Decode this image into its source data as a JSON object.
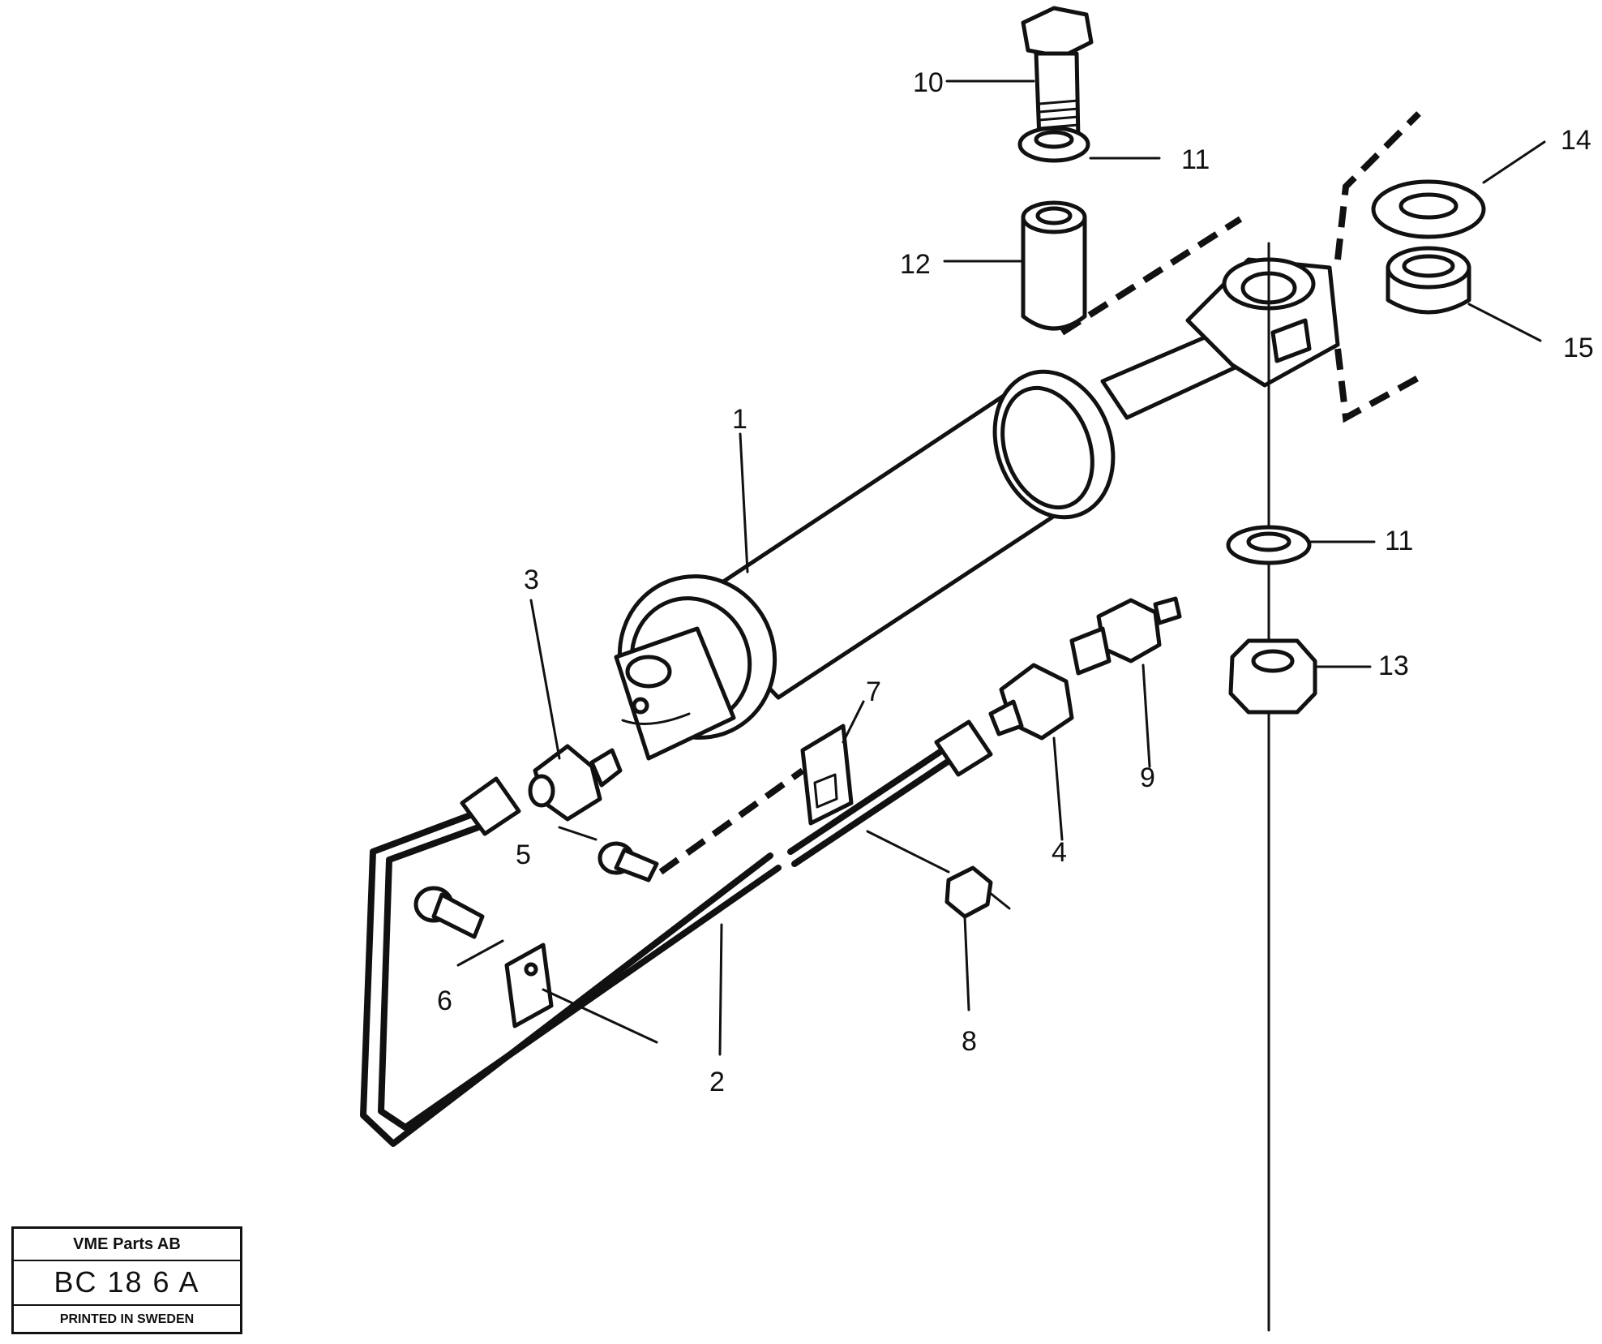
{
  "callouts": [
    {
      "id": "p1",
      "label": "1"
    },
    {
      "id": "p2",
      "label": "2"
    },
    {
      "id": "p3",
      "label": "3"
    },
    {
      "id": "p4",
      "label": "4"
    },
    {
      "id": "p5",
      "label": "5"
    },
    {
      "id": "p6",
      "label": "6"
    },
    {
      "id": "p7",
      "label": "7"
    },
    {
      "id": "p8",
      "label": "8"
    },
    {
      "id": "p9",
      "label": "9"
    },
    {
      "id": "p10",
      "label": "10"
    },
    {
      "id": "p11a",
      "label": "11"
    },
    {
      "id": "p11b",
      "label": "11"
    },
    {
      "id": "p12",
      "label": "12"
    },
    {
      "id": "p13",
      "label": "13"
    },
    {
      "id": "p14",
      "label": "14"
    },
    {
      "id": "p15",
      "label": "15"
    }
  ],
  "title_block": {
    "company": "VME Parts AB",
    "drawing_code": "BC 18 6 A",
    "printed": "PRINTED IN SWEDEN"
  }
}
